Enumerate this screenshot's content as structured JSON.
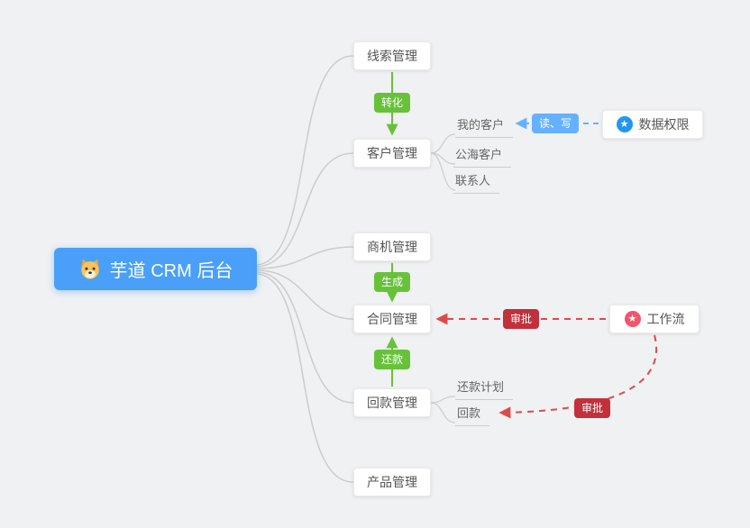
{
  "root": {
    "label": "芋道 CRM 后台"
  },
  "nodes": {
    "leads": {
      "label": "线索管理"
    },
    "customers": {
      "label": "客户管理"
    },
    "business": {
      "label": "商机管理"
    },
    "contracts": {
      "label": "合同管理"
    },
    "receivables": {
      "label": "回款管理"
    },
    "products": {
      "label": "产品管理"
    },
    "data_permission": {
      "label": "数据权限"
    },
    "workflow": {
      "label": "工作流"
    }
  },
  "sub_labels": {
    "my_customers": "我的客户",
    "public_customers": "公海客户",
    "contacts": "联系人",
    "repayment_plan": "还款计划",
    "repayment": "回款"
  },
  "badges": {
    "convert": {
      "label": "转化"
    },
    "generate": {
      "label": "生成"
    },
    "repay": {
      "label": "还款"
    },
    "read_write": {
      "label": "读、写"
    },
    "approve_contract": {
      "label": "审批"
    },
    "approve_repayment": {
      "label": "审批"
    }
  },
  "colors": {
    "root_bg": "#4a9ff8",
    "badge_green": "#67c23a",
    "badge_blue": "#66b1ff",
    "badge_red": "#c2303c",
    "arrow_green": "#67c23a",
    "arrow_blue": "#66b1ff",
    "arrow_red": "#dd4a4a",
    "line_gray": "#cccccc",
    "icon_blue": "#2196f3",
    "icon_red": "#f1556c",
    "background": "#f0f1f2"
  }
}
